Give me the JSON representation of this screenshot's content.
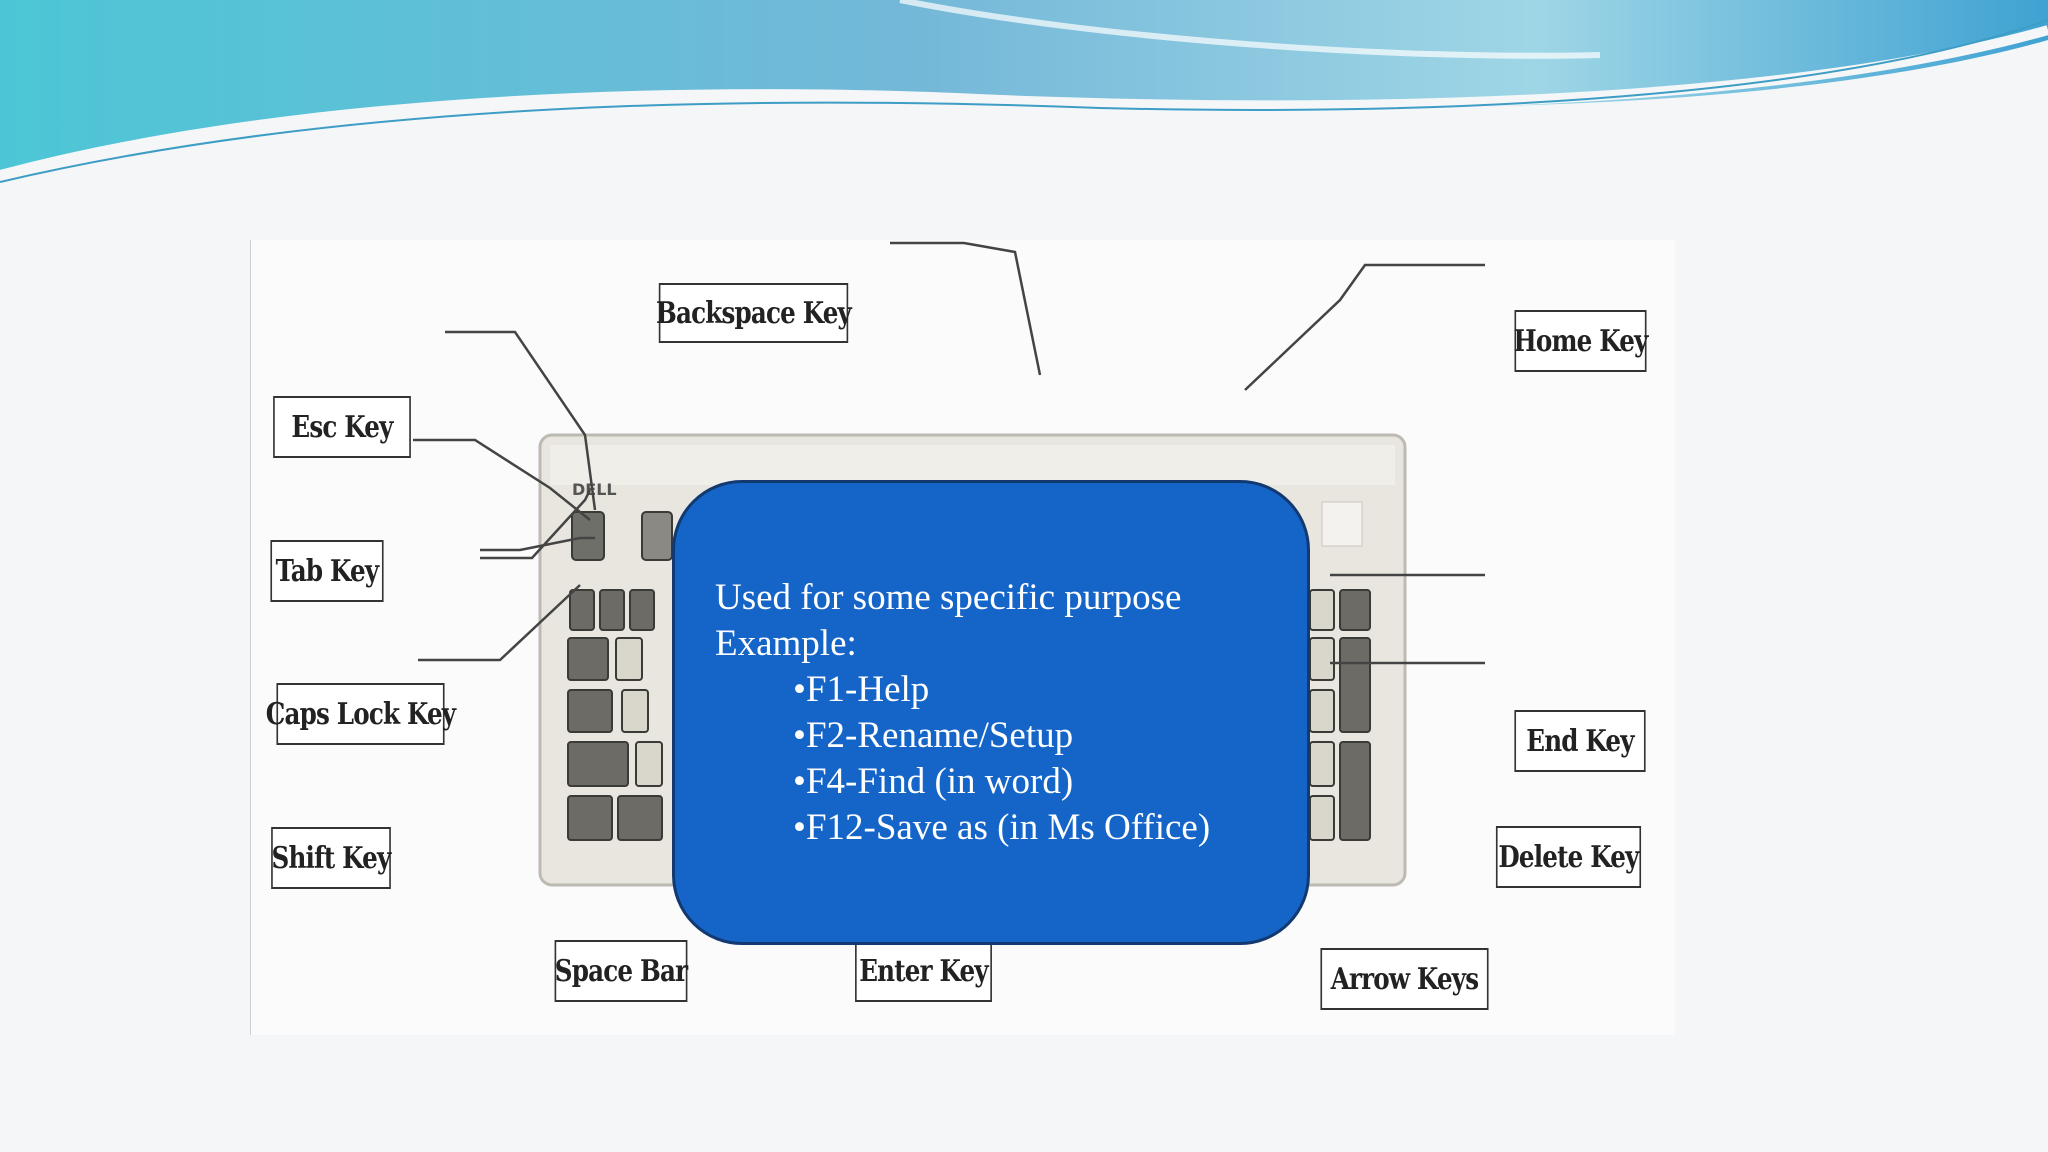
{
  "diagram": {
    "labels": {
      "backspace": "Backspace Key",
      "home": "Home Key",
      "esc": "Esc Key",
      "tab": "Tab Key",
      "caps": "Caps Lock Key",
      "shift": "Shift Key",
      "end": "End Key",
      "delete": "Delete Key",
      "space": "Space Bar",
      "enter": "Enter Key",
      "arrow": "Arrow Keys"
    },
    "keyboard_brand": "DELL"
  },
  "callout": {
    "line1": "Used for some specific purpose",
    "line2": "Example:",
    "items": [
      "•F1-Help",
      "•F2-Rename/Setup",
      "•F4-Find (in word)",
      "•F12-Save as (in Ms Office)"
    ]
  },
  "colors": {
    "callout_fill": "#1565c8",
    "banner_teal": "#4fc3d6",
    "banner_blue": "#5aa0c8"
  }
}
